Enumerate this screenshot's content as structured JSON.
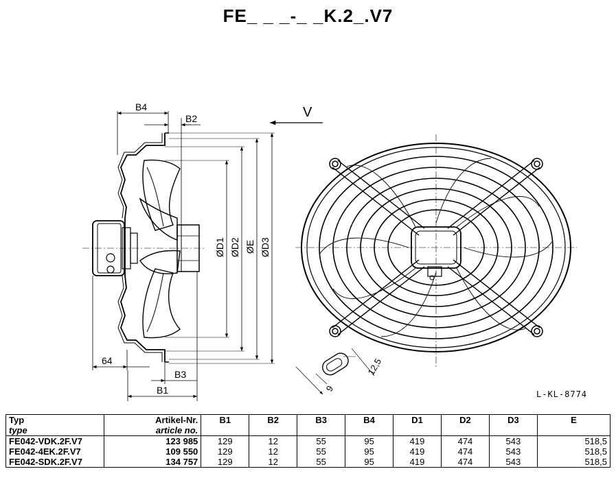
{
  "title": "FE_ _ _-_ _K.2_.V7",
  "drawing": {
    "dimension_labels": {
      "b4": "B4",
      "b2": "B2",
      "v": "V",
      "d1": "ØD1",
      "d2": "ØD2",
      "e": "ØE",
      "d3": "ØD3",
      "dim_64": "64",
      "b3": "B3",
      "b1": "B1",
      "slot_12_5": "12,5",
      "slot_9": "9"
    },
    "reference": "L-KL-8774"
  },
  "table": {
    "headers": [
      {
        "label": "Typ",
        "sub": "type"
      },
      {
        "label": "Artikel-Nr.",
        "sub": "article no."
      },
      {
        "label": "B1"
      },
      {
        "label": "B2"
      },
      {
        "label": "B3"
      },
      {
        "label": "B4"
      },
      {
        "label": "D1"
      },
      {
        "label": "D2"
      },
      {
        "label": "D3"
      },
      {
        "label": "E"
      }
    ],
    "rows": [
      [
        "FE042-VDK.2F.V7",
        "123 985",
        "129",
        "12",
        "55",
        "95",
        "419",
        "474",
        "543",
        "518,5"
      ],
      [
        "FE042-4EK.2F.V7",
        "109 550",
        "129",
        "12",
        "55",
        "95",
        "419",
        "474",
        "543",
        "518,5"
      ],
      [
        "FE042-SDK.2F.V7",
        "134 757",
        "129",
        "12",
        "55",
        "95",
        "419",
        "474",
        "543",
        "518,5"
      ]
    ]
  }
}
